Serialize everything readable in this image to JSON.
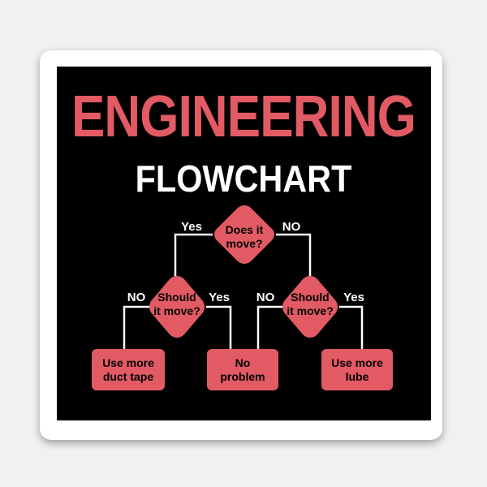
{
  "title": "ENGINEERING",
  "subtitle": "FLOWCHART",
  "nodes": {
    "q1": {
      "line1": "Does it",
      "line2": "move?"
    },
    "q2": {
      "line1": "Should",
      "line2": "it move?"
    },
    "q3": {
      "line1": "Should",
      "line2": "it move?"
    },
    "r1": {
      "line1": "Use more",
      "line2": "duct tape"
    },
    "r2": {
      "line1": "No",
      "line2": "problem"
    },
    "r3": {
      "line1": "Use more",
      "line2": "lube"
    }
  },
  "edges": {
    "q1_yes": "Yes",
    "q1_no": "NO",
    "q2_no": "NO",
    "q2_yes": "Yes",
    "q3_no": "NO",
    "q3_yes": "Yes"
  },
  "colors": {
    "accent": "#e25a64",
    "background": "#000000",
    "line": "#ffffff"
  }
}
